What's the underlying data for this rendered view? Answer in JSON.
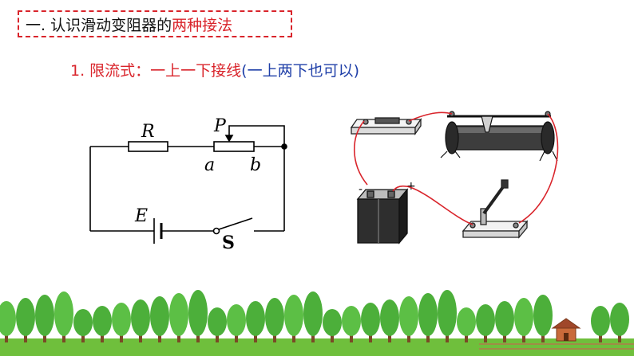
{
  "header": {
    "title_prefix": "一. 认识滑动变阻器的",
    "title_highlight": "两种接法"
  },
  "subtitle": {
    "part1": "1. 限流式：一上一下接线",
    "part2": "(一上两下也可以)"
  },
  "circuit": {
    "labels": {
      "resistor": "R",
      "slider": "P",
      "end_a": "a",
      "end_b": "b",
      "source": "E",
      "switch": "S"
    }
  },
  "photo": {
    "plus_sign": "+",
    "minus_sign": "-"
  },
  "colors": {
    "accent_red": "#d9242b",
    "blue": "#1f3fa8",
    "tree_green": "#4caf3a",
    "grass": "#6fbf3c",
    "trunk": "#7a4a26"
  }
}
